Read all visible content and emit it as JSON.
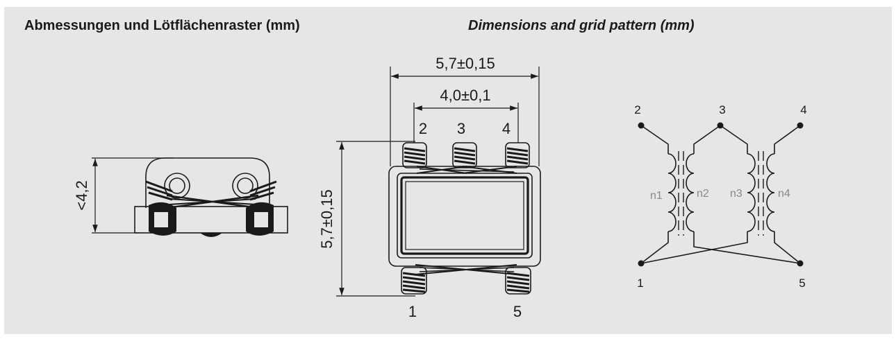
{
  "titles": {
    "de": "Abmessungen und Lötflächenraster (mm)",
    "en": "Dimensions and grid pattern (mm)"
  },
  "side_view": {
    "height_label": "<4,2"
  },
  "top_view": {
    "width_outer_label": "5,7±0,15",
    "width_inner_label": "4,0±0,1",
    "height_label": "5,7±0,15",
    "pins_top": [
      "2",
      "3",
      "4"
    ],
    "pins_bottom": [
      "1",
      "5"
    ]
  },
  "schematic": {
    "pins": [
      "1",
      "2",
      "3",
      "4",
      "5"
    ],
    "windings": [
      "n1",
      "n2",
      "n3",
      "n4"
    ]
  },
  "colors": {
    "background": "#e6e6e5",
    "ink": "#1a1a1a",
    "winding_labels": "#888888"
  }
}
